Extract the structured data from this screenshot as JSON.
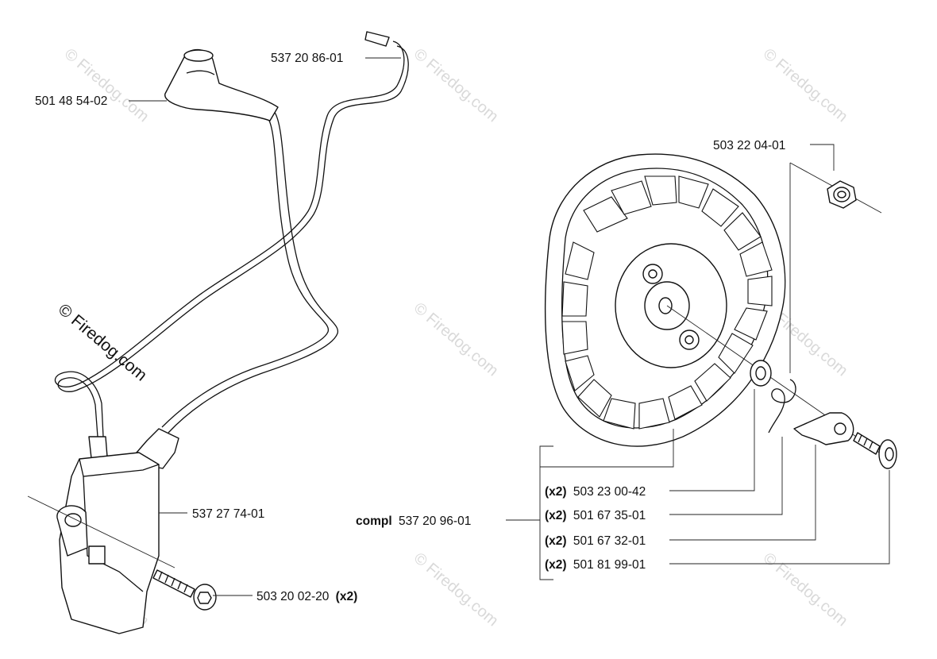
{
  "watermark": {
    "small": "© Firedog.com",
    "main": "© Firedog.com"
  },
  "labels": {
    "spark_plug_cap": "501 48 54-02",
    "ground_wire": "537 20 86-01",
    "ignition_module": "537 27 74-01",
    "module_screw_num": "503 20 02-20",
    "module_screw_qty": "(x2)",
    "flywheel_nut": "503 22 04-01",
    "flywheel_compl_prefix": "compl",
    "flywheel_compl_num": "537 20 96-01",
    "washer_qty": "(x2)",
    "washer_num": "503 23 00-42",
    "spring_qty": "(x2)",
    "spring_num": "501 67 35-01",
    "pawl_qty": "(x2)",
    "pawl_num": "501 67 32-01",
    "pawl_screw_qty": "(x2)",
    "pawl_screw_num": "501 81 99-01"
  }
}
